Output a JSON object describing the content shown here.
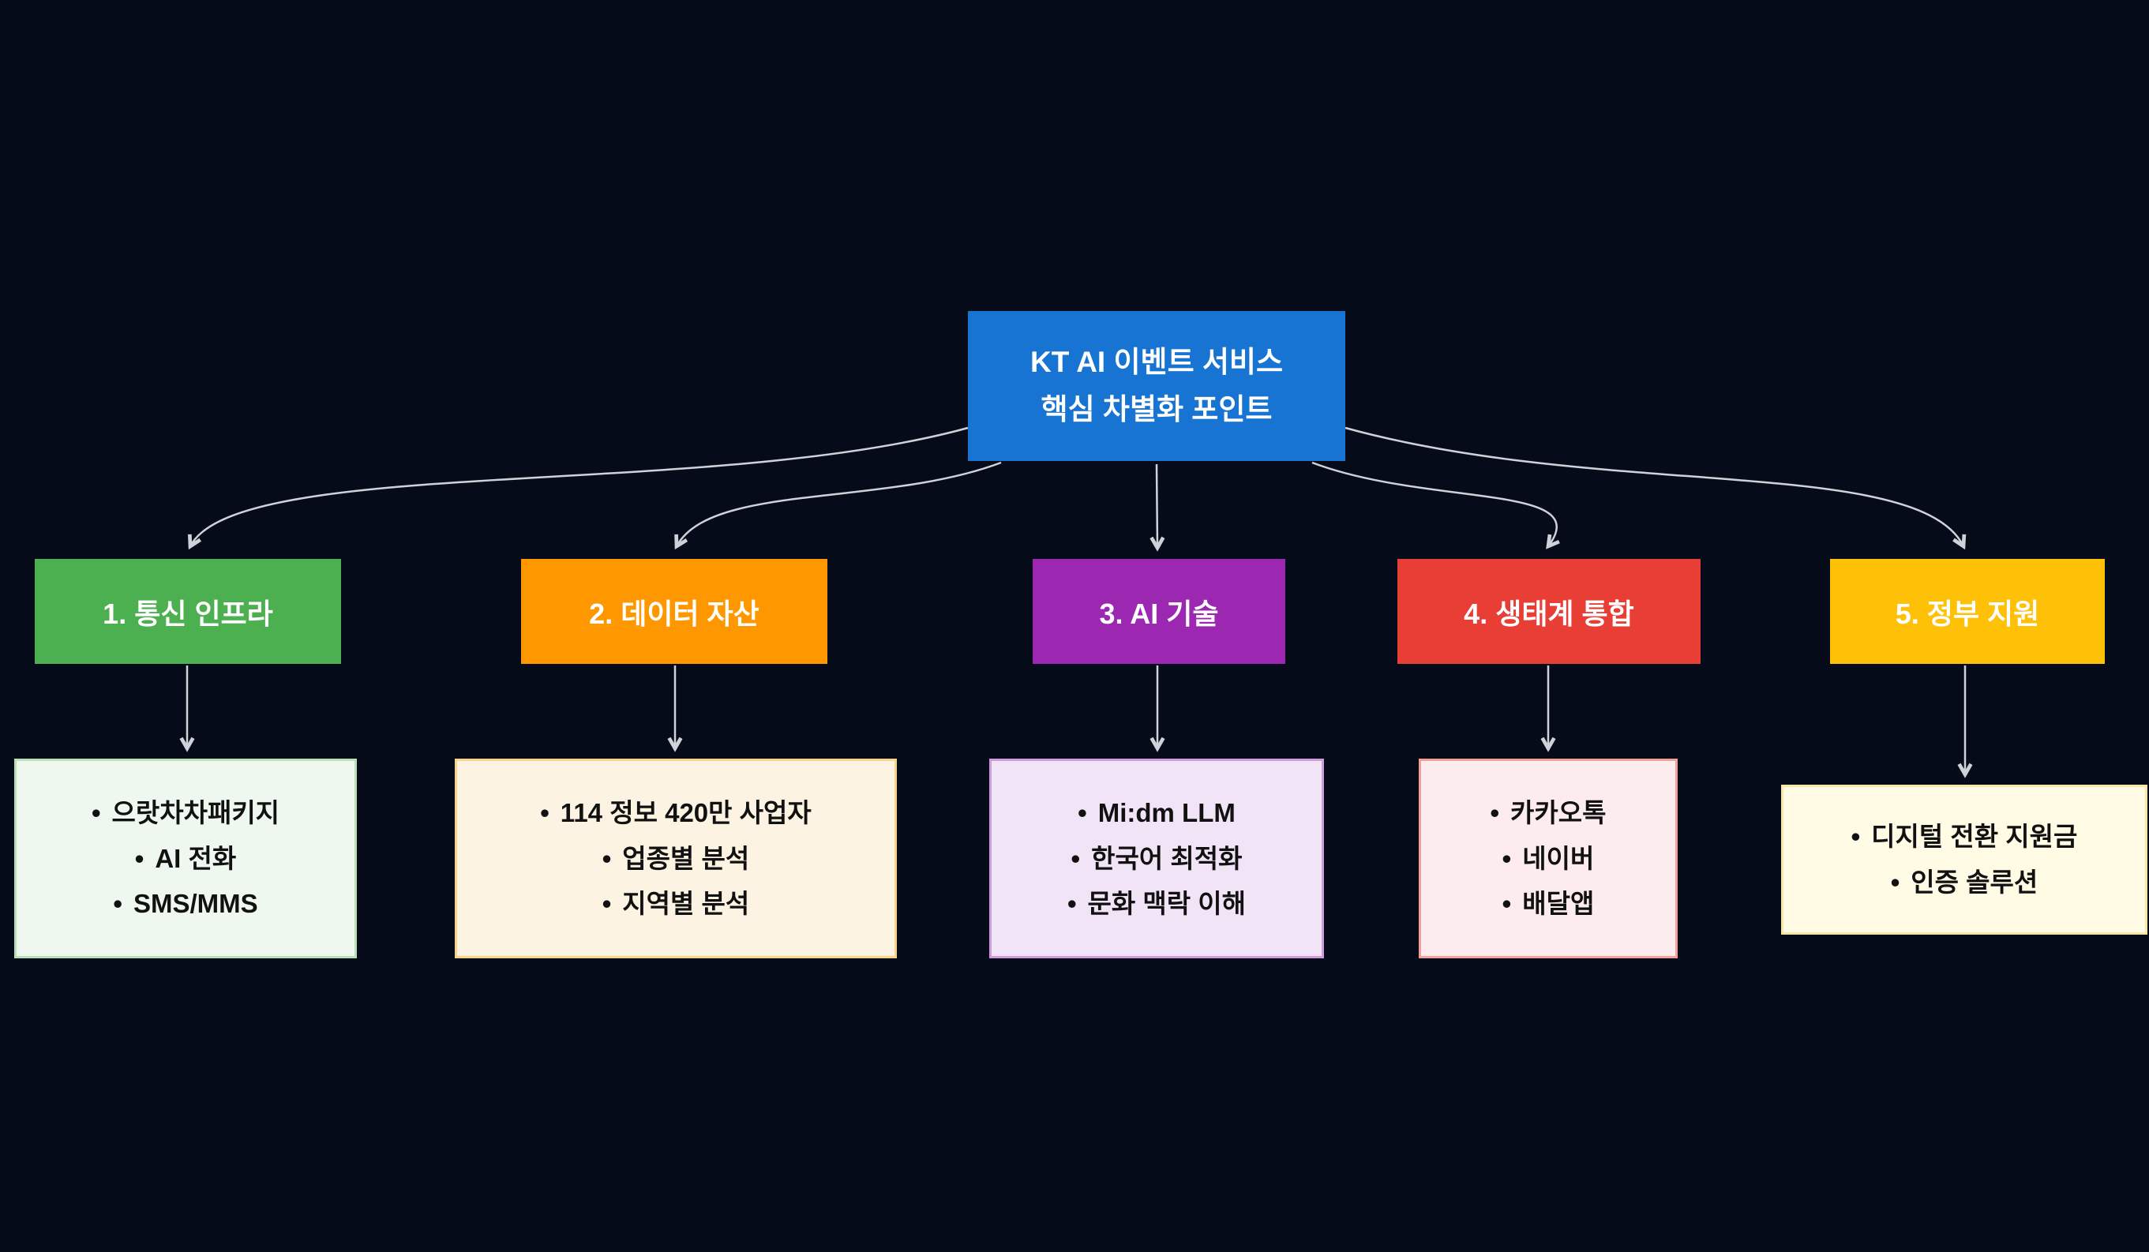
{
  "background": "#050b18",
  "arrow_color": "#cfd3d9",
  "root": {
    "label_line1": "KT AI 이벤트 서비스",
    "label_line2": "핵심 차별화 포인트",
    "color": "#1874d2",
    "text_color": "#ffffff"
  },
  "branches": [
    {
      "label": "1. 통신 인프라",
      "color": "#4caf50",
      "detail_bg": "#eef8ef",
      "detail_border": "#b7e0bb",
      "items": [
        "으랏차차패키지",
        "AI 전화",
        "SMS/MMS"
      ]
    },
    {
      "label": "2. 데이터 자산",
      "color": "#ff9800",
      "detail_bg": "#fdf3e2",
      "detail_border": "#f8d48a",
      "items": [
        "114 정보 420만 사업자",
        "업종별 분석",
        "지역별 분석"
      ]
    },
    {
      "label": "3. AI 기술",
      "color": "#9c27b0",
      "detail_bg": "#f1e4f7",
      "detail_border": "#cf9ade",
      "items": [
        "Mi:dm LLM",
        "한국어 최적화",
        "문화 맥락 이해"
      ]
    },
    {
      "label": "4. 생태계 통합",
      "color": "#e93e35",
      "detail_bg": "#fdecee",
      "detail_border": "#f4a09a",
      "items": [
        "카카오톡",
        "네이버",
        "배달앱"
      ]
    },
    {
      "label": "5. 정부 지원",
      "color": "#fec107",
      "detail_bg": "#fffbe5",
      "detail_border": "#f6e9a8",
      "items": [
        "디지털 전환 지원금",
        "인증 솔루션"
      ]
    }
  ]
}
